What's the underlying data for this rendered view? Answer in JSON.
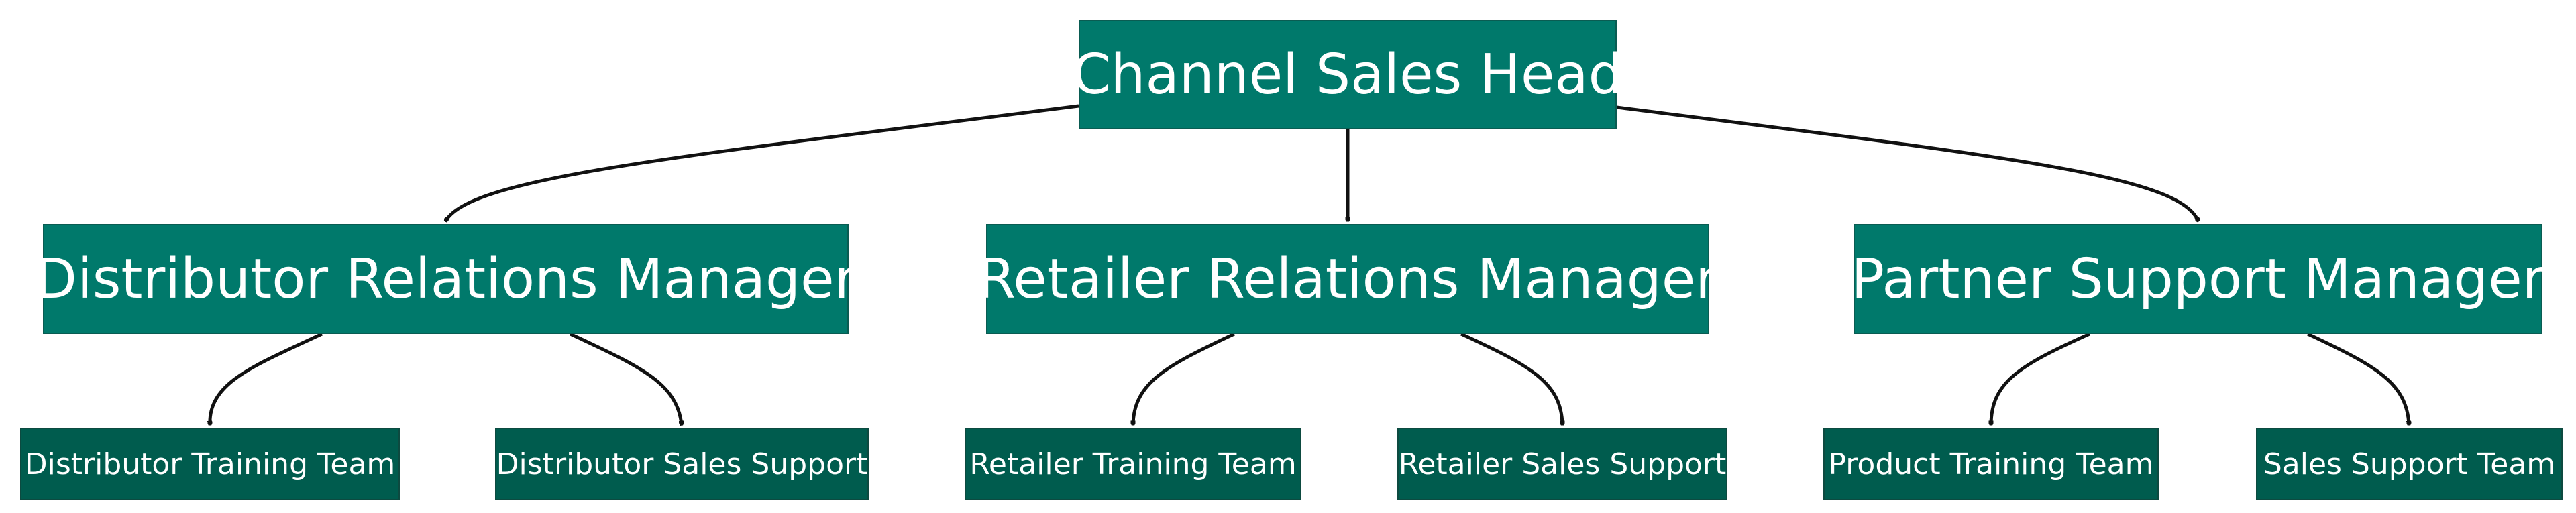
{
  "root": {
    "label": "Channel Sales Head",
    "children": [
      {
        "label": "Distributor Relations Manager",
        "children": [
          {
            "label": "Distributor Training Team"
          },
          {
            "label": "Distributor Sales Support"
          }
        ]
      },
      {
        "label": "Retailer Relations Manager",
        "children": [
          {
            "label": "Retailer Training Team"
          },
          {
            "label": "Retailer Sales Support"
          }
        ]
      },
      {
        "label": "Partner Support Manager",
        "children": [
          {
            "label": "Product Training Team"
          },
          {
            "label": "Sales Support Team"
          }
        ]
      }
    ]
  },
  "colors": {
    "node_fill": "#00796b",
    "leaf_fill": "#005c4e",
    "edge": "#111111",
    "text": "#ffffff"
  }
}
